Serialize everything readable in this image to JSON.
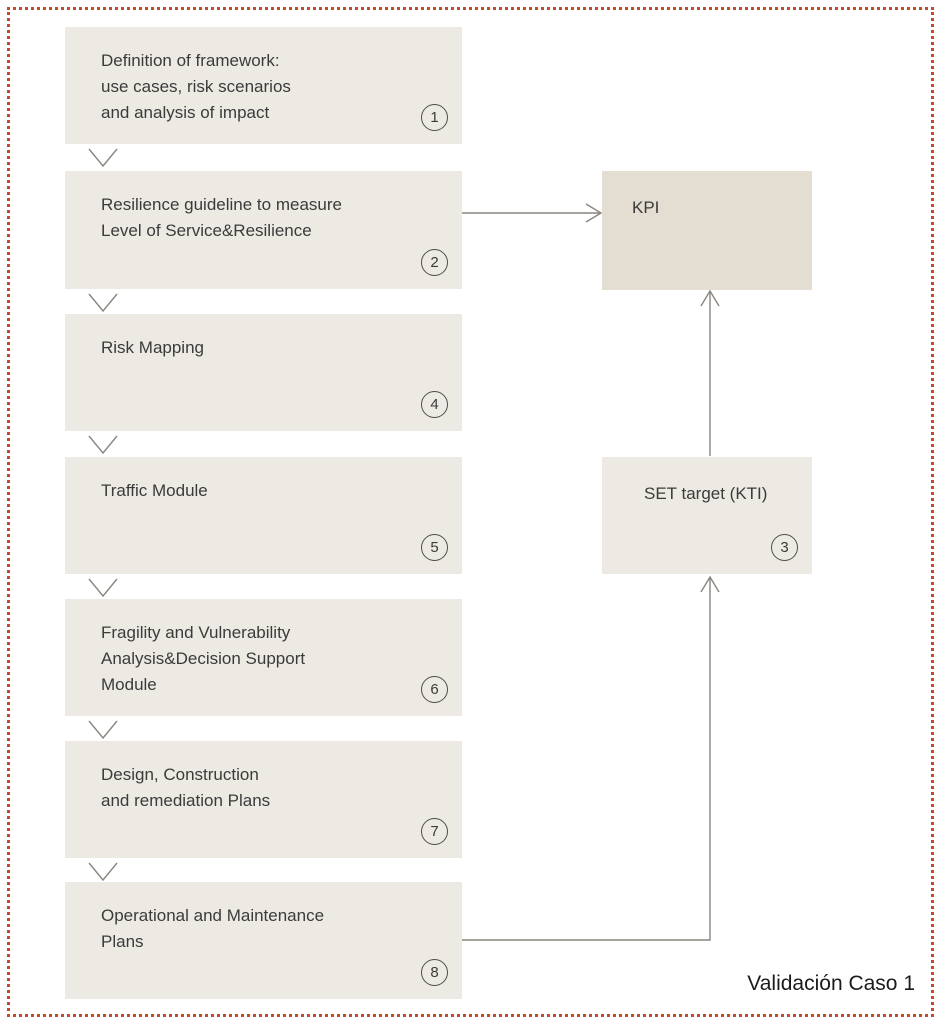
{
  "caption": "Validación Caso 1",
  "steps": [
    {
      "number": "1",
      "text": "Definition of framework:\nuse cases, risk scenarios\nand analysis of impact"
    },
    {
      "number": "2",
      "text": "Resilience guideline to measure\nLevel of Service&Resilience"
    },
    {
      "number": "4",
      "text": "Risk Mapping"
    },
    {
      "number": "5",
      "text": "Traffic Module"
    },
    {
      "number": "6",
      "text": "Fragility and Vulnerability\nAnalysis&Decision Support\nModule"
    },
    {
      "number": "7",
      "text": "Design, Construction\nand remediation Plans"
    },
    {
      "number": "8",
      "text": "Operational and Maintenance\nPlans"
    }
  ],
  "kpi": {
    "label": "KPI"
  },
  "set_target": {
    "number": "3",
    "text": "SET target (KTI)"
  },
  "colors": {
    "accent_border": "#c9482a",
    "box_fill": "#edeae3",
    "kpi_fill": "#e3ddd2",
    "arrow": "#8a8680",
    "text": "#3b3b3b"
  }
}
